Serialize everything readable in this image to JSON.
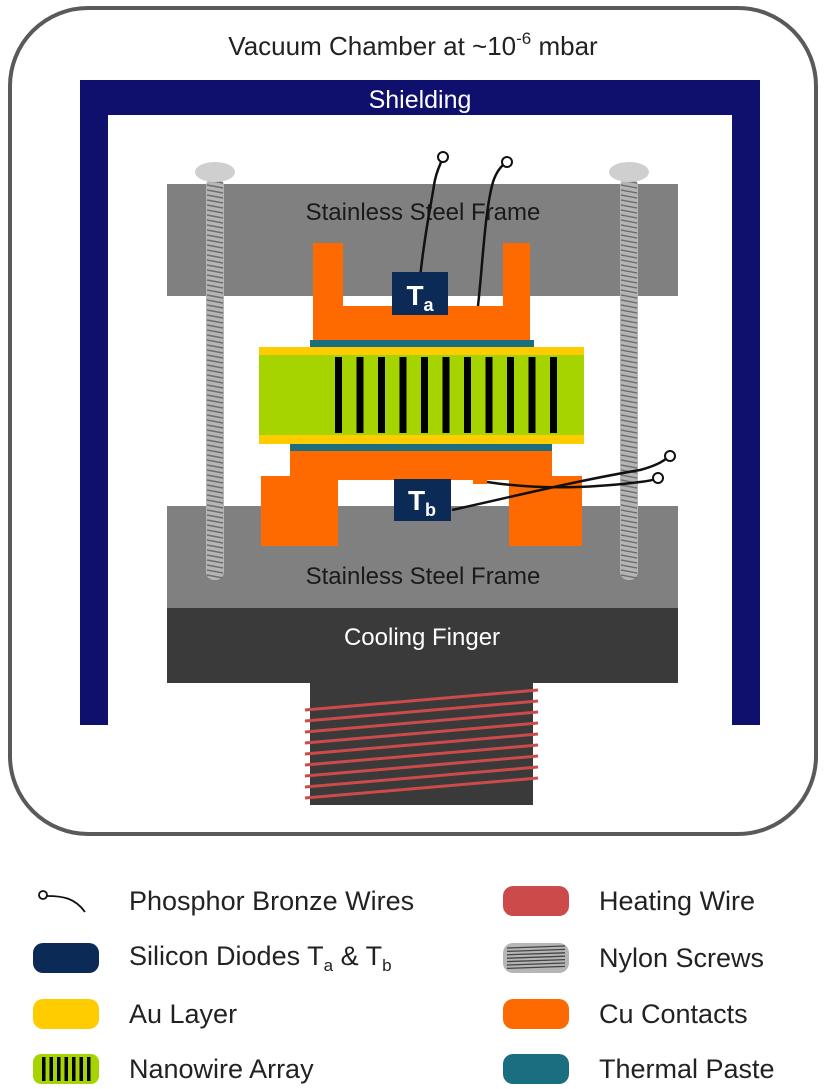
{
  "diagram": {
    "chamber_label_prefix": "Vacuum Chamber at ~10",
    "chamber_label_exponent": "-6",
    "chamber_label_suffix": " mbar",
    "shielding_label": "Shielding",
    "frame_top_label": "Stainless Steel Frame",
    "frame_bottom_label": "Stainless Steel Frame",
    "cooling_label": "Cooling Finger",
    "diode_a_main": "T",
    "diode_a_sub": "a",
    "diode_b_main": "T",
    "diode_b_sub": "b"
  },
  "legend": {
    "phosphor": "Phosphor Bronze Wires",
    "diodes_prefix": "Silicon Diodes T",
    "diodes_sub_a": "a",
    "diodes_mid": " & T",
    "diodes_sub_b": "b",
    "au_layer": "Au Layer",
    "nanowire": "Nanowire Array",
    "heating": "Heating Wire",
    "nylon": "Nylon Screws",
    "cu": "Cu Contacts",
    "paste": "Thermal Paste"
  },
  "colors": {
    "shielding": "#0f0f6e",
    "steel": "#808080",
    "cooling": "#3a3a3a",
    "copper": "#ff6a00",
    "au": "#ffcc00",
    "nanowire_bg": "#a6d400",
    "diode": "#0b2a55",
    "paste": "#1a6e80",
    "heating": "#cc4a4a"
  }
}
